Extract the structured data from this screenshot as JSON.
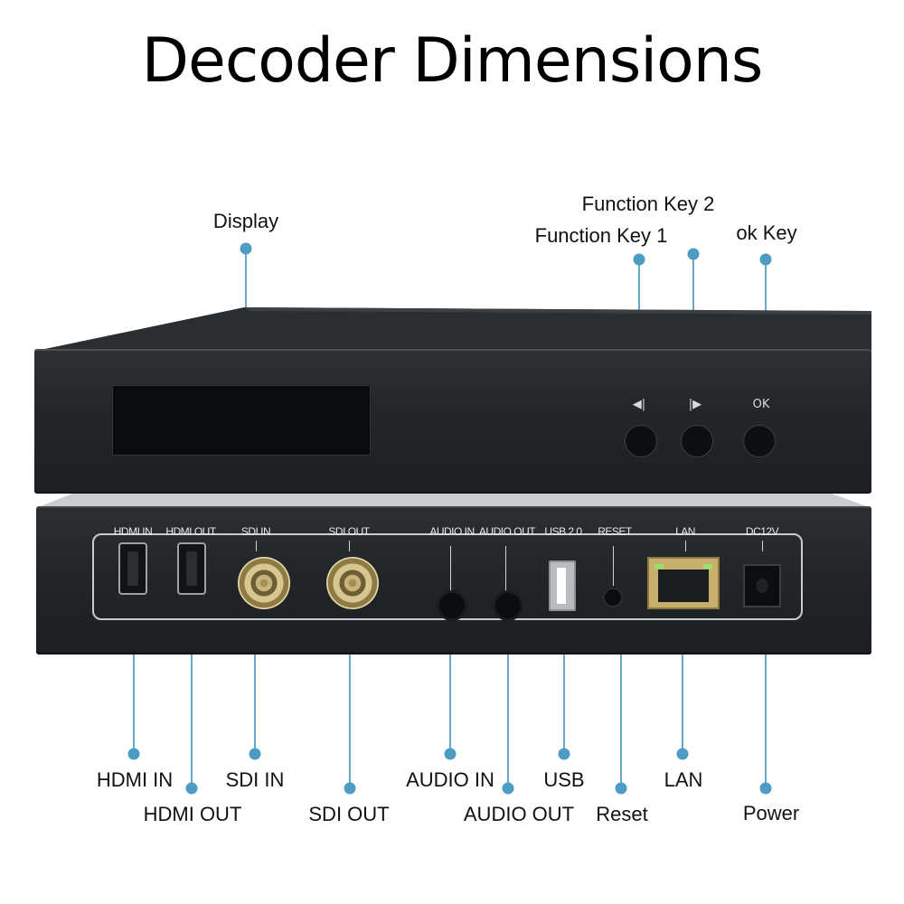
{
  "title": "Decoder Dimensions",
  "colors": {
    "callout": "#4d9cc4",
    "device": "#23272a"
  },
  "front_callouts": {
    "display": "Display",
    "function_key_1": "Function Key 1",
    "function_key_2": "Function Key 2",
    "ok_key": "ok Key"
  },
  "front_panel": {
    "btn1_symbol": "◀|",
    "btn2_symbol": "|▶",
    "btn3_symbol": "OK"
  },
  "back_panel": {
    "hdmi_in": "HDMI IN",
    "hdmi_out": "HDMI OUT",
    "sdi_in": "SDI IN",
    "sdi_out": "SDI OUT",
    "audio_in": "AUDIO IN",
    "audio_out": "AUDIO OUT",
    "usb": "USB 2.0",
    "reset": "RESET",
    "lan": "LAN",
    "dc": "DC12V"
  },
  "back_callouts": {
    "hdmi_in": "HDMI IN",
    "hdmi_out": "HDMI OUT",
    "sdi_in": "SDI IN",
    "sdi_out": "SDI OUT",
    "audio_in": "AUDIO IN",
    "audio_out": "AUDIO OUT",
    "usb": "USB",
    "reset": "Reset",
    "lan": "LAN",
    "power": "Power"
  }
}
